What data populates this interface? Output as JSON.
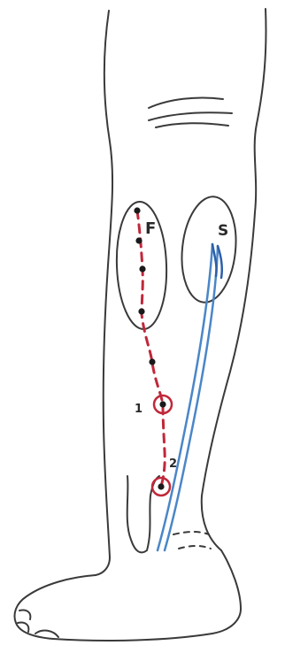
{
  "labels": {
    "region_f": "F",
    "region_s": "S",
    "point_1": "1",
    "point_2": "2"
  },
  "colors": {
    "outline": "#3a3a3a",
    "perforator_path": "#c0283a",
    "vein": "#4a86c8",
    "vein_dark": "#2e5fa8",
    "dot": "#1a1a1a"
  },
  "icons": {
    "marked_point": "circled-dot",
    "path_point": "dot"
  }
}
